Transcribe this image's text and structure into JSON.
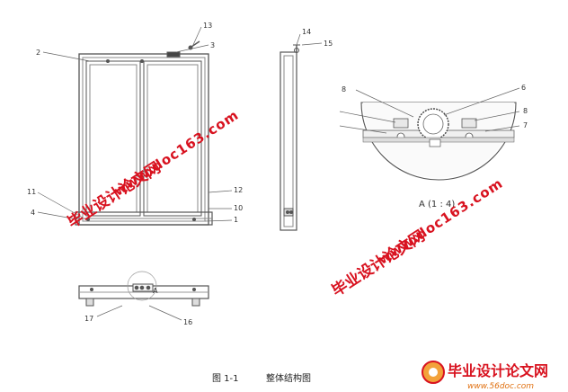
{
  "labels": {
    "n1": "1",
    "n2": "2",
    "n3": "3",
    "n4": "4",
    "n6": "6",
    "n7": "7",
    "n8a": "8",
    "n8b": "8",
    "n10": "10",
    "n11": "11",
    "n12": "12",
    "n13": "13",
    "n14": "14",
    "n15": "15",
    "n16": "16",
    "n17": "17",
    "view_a": "A",
    "detail_a": "A (1 : 4)"
  },
  "caption": {
    "number": "图 1-1",
    "title": "整体结构图"
  },
  "watermarks": {
    "site_cn": "毕业设计论文网",
    "site_url": "www.doc163.com"
  },
  "logo": {
    "text": "毕业设计论文网",
    "url": "www.56doc.com"
  },
  "colors": {
    "watermark": "#d8121f",
    "line": "#444444"
  }
}
